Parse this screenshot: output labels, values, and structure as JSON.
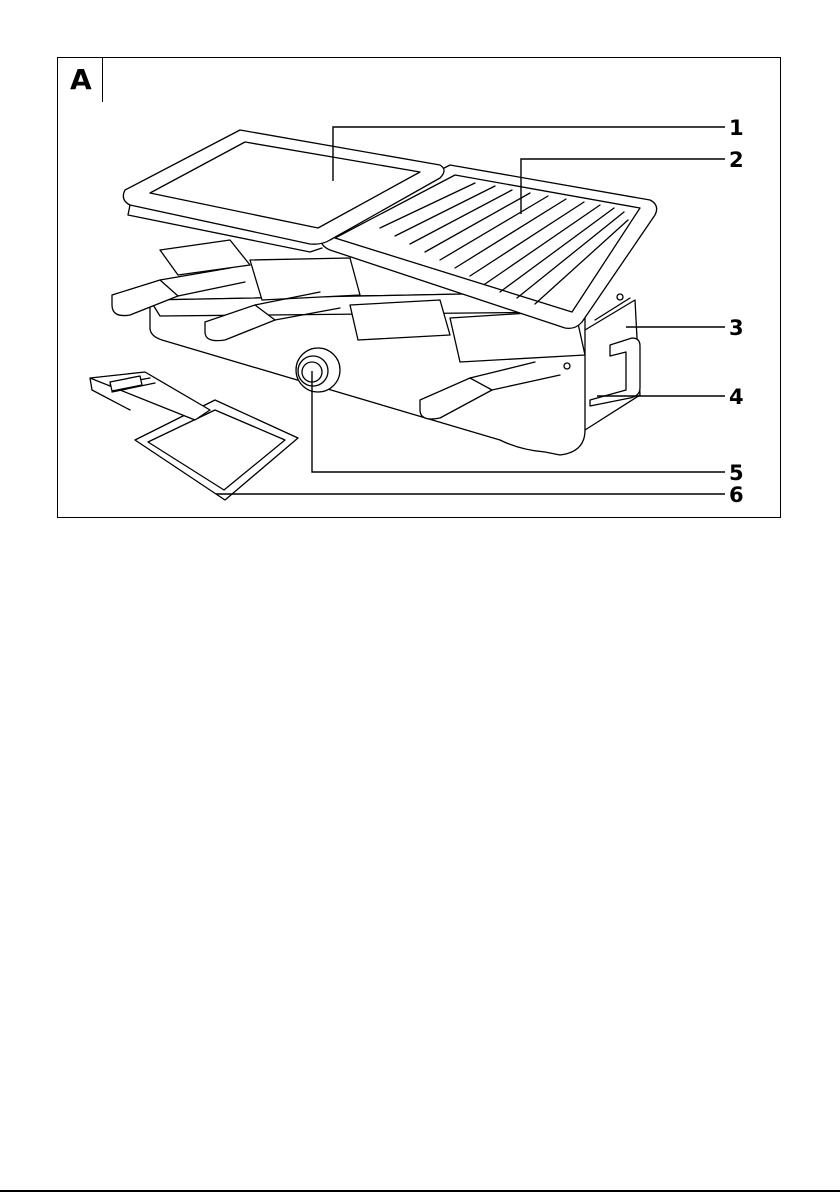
{
  "section": {
    "letter": "A"
  },
  "callouts": [
    {
      "num": "1",
      "part": "smooth-hotplate"
    },
    {
      "num": "2",
      "part": "grill-plate"
    },
    {
      "num": "3",
      "part": "base-unit"
    },
    {
      "num": "4",
      "part": "carry-handle"
    },
    {
      "num": "5",
      "part": "temperature-control-knob"
    },
    {
      "num": "6",
      "part": "raclette-pan"
    }
  ],
  "colors": {
    "line": "#000000",
    "background": "#ffffff"
  }
}
